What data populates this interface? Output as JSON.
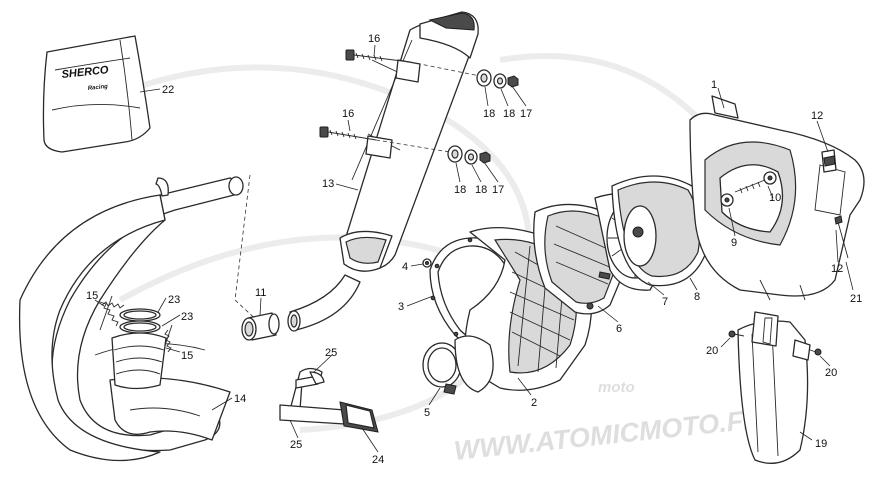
{
  "watermark": {
    "domain_text": "WWW.ATOMICMOTO.FR",
    "logo_text": "moto"
  },
  "bag": {
    "brand": "SHERCO",
    "sub": "Racing"
  },
  "callouts": [
    {
      "label": "1"
    },
    {
      "label": "2"
    },
    {
      "label": "3"
    },
    {
      "label": "4"
    },
    {
      "label": "5"
    },
    {
      "label": "6"
    },
    {
      "label": "7"
    },
    {
      "label": "8"
    },
    {
      "label": "9"
    },
    {
      "label": "10"
    },
    {
      "label": "11"
    },
    {
      "label": "12"
    },
    {
      "label": "12"
    },
    {
      "label": "13"
    },
    {
      "label": "14"
    },
    {
      "label": "15"
    },
    {
      "label": "15"
    },
    {
      "label": "16"
    },
    {
      "label": "16"
    },
    {
      "label": "17"
    },
    {
      "label": "17"
    },
    {
      "label": "18"
    },
    {
      "label": "18"
    },
    {
      "label": "18"
    },
    {
      "label": "18"
    },
    {
      "label": "19"
    },
    {
      "label": "20"
    },
    {
      "label": "20"
    },
    {
      "label": "21"
    },
    {
      "label": "22"
    },
    {
      "label": "23"
    },
    {
      "label": "23"
    },
    {
      "label": "24"
    },
    {
      "label": "25"
    },
    {
      "label": "25"
    }
  ]
}
